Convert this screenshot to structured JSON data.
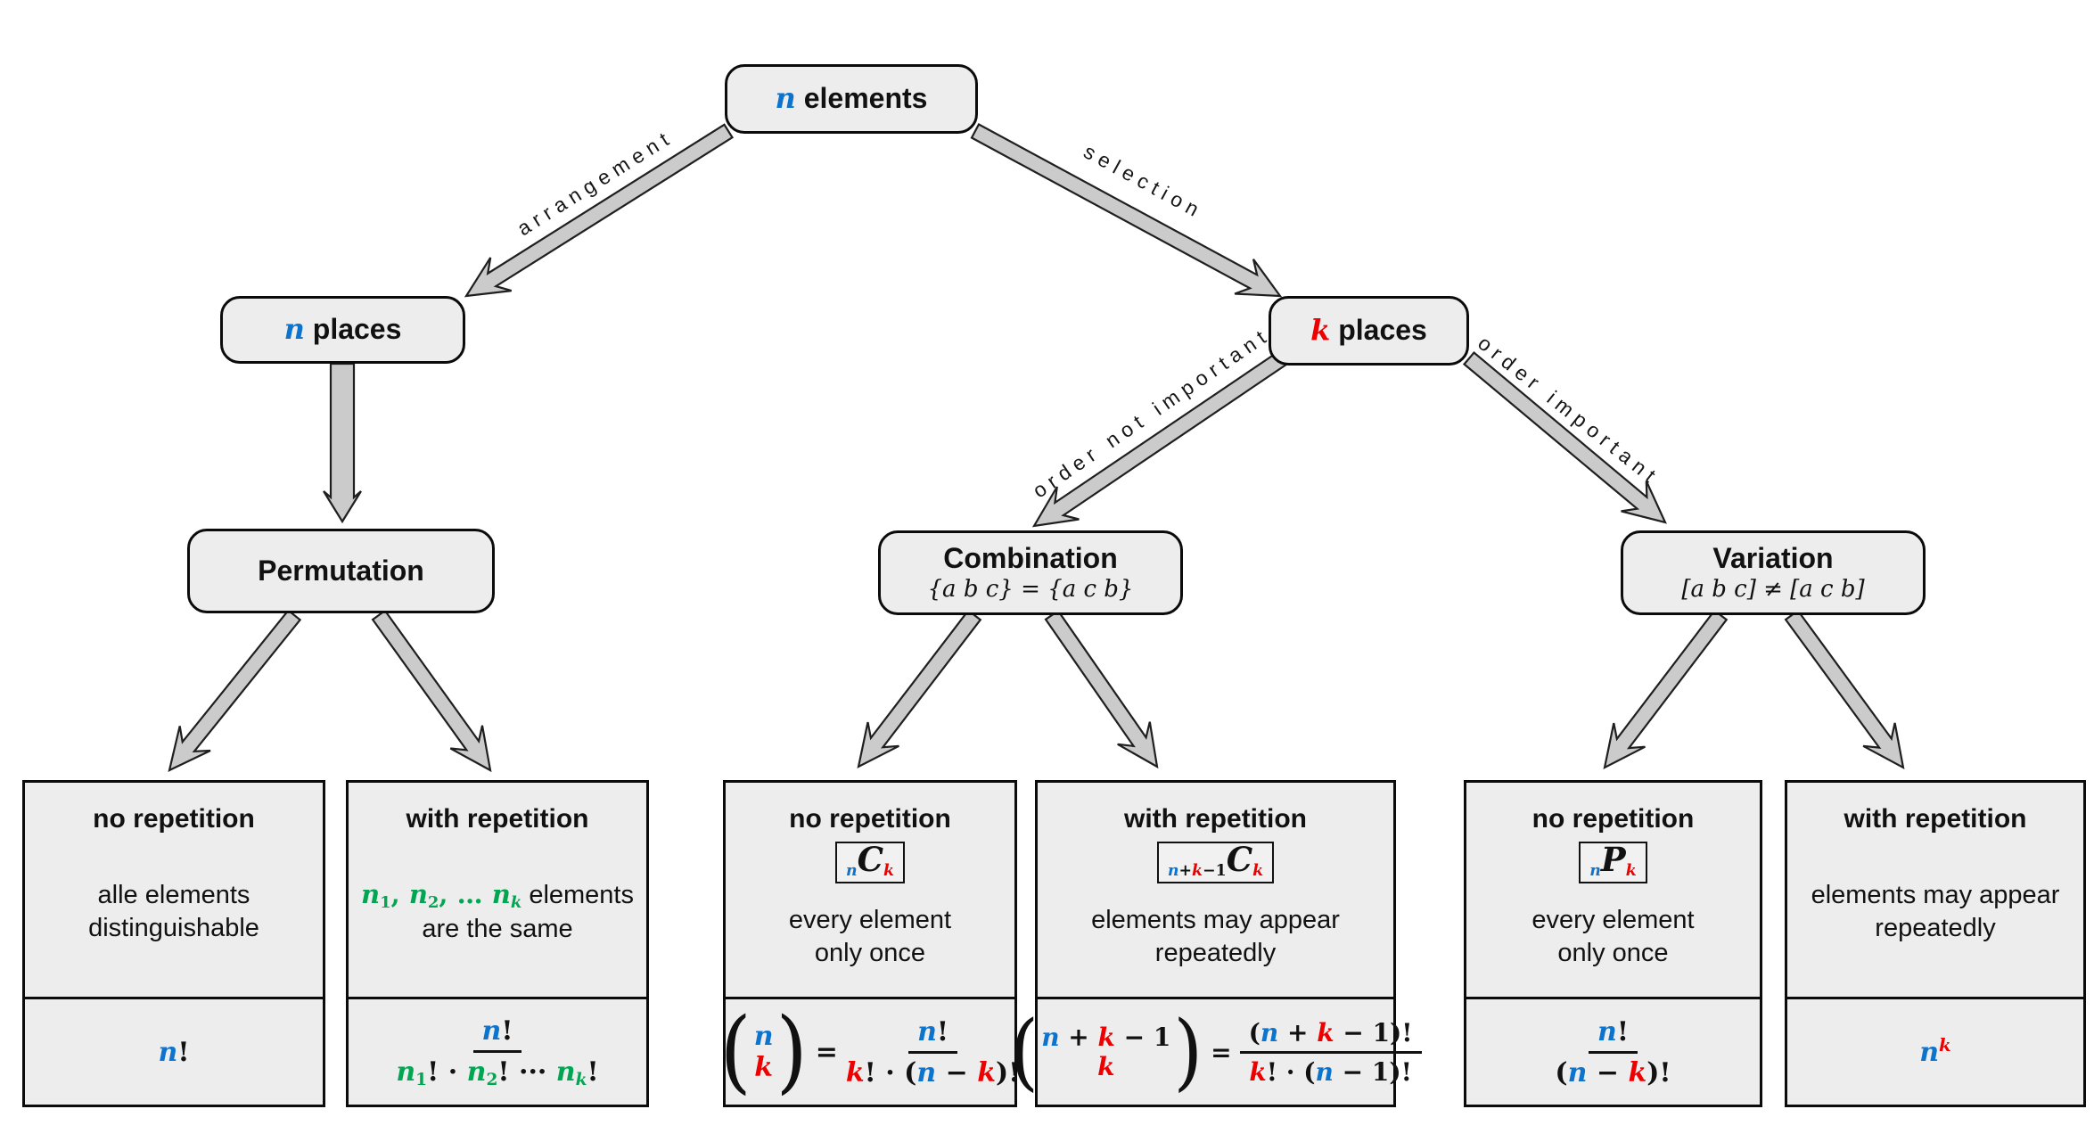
{
  "colors": {
    "blue": "#0d74ce",
    "red": "#ef0000",
    "green": "#00a651",
    "box_fill": "#ededed",
    "arrow_fill": "#cbcbcb"
  },
  "nodes": {
    "n_elements": {
      "parts": [
        {
          "t": "n",
          "c": "mf b it"
        },
        {
          "t": " elements"
        }
      ]
    },
    "n_places": {
      "parts": [
        {
          "t": "n",
          "c": "mf b it"
        },
        {
          "t": " places"
        }
      ]
    },
    "k_places": {
      "parts": [
        {
          "t": "k",
          "c": "mf r it"
        },
        {
          "t": " places"
        }
      ]
    },
    "permutation": {
      "title": "Permutation"
    },
    "combination": {
      "title": "Combination",
      "subtitle": "{a b c} = {a c b}"
    },
    "variation": {
      "title": "Variation",
      "subtitle": "[a b c] ≠ [a c b]"
    }
  },
  "edges": {
    "arrangement": "arrangement",
    "selection": "selection",
    "order_not_important": "order not important",
    "order_important": "order important"
  },
  "cards": [
    {
      "title": "no repetition",
      "desc1": [
        {
          "t": "alle elements"
        }
      ],
      "desc2": [
        {
          "t": "distinguishable"
        }
      ],
      "formula_plain": [
        {
          "t": "n",
          "c": "b it"
        },
        {
          "t": "!"
        }
      ]
    },
    {
      "title": "with repetition",
      "desc1": [
        {
          "t": "n",
          "c": "mf g it"
        },
        {
          "t": "1",
          "c": "mf g sb"
        },
        {
          "t": ", ",
          "c": "mf g"
        },
        {
          "t": "n",
          "c": "mf g it"
        },
        {
          "t": "2",
          "c": "mf g sb"
        },
        {
          "t": ", … ",
          "c": "mf g"
        },
        {
          "t": "n",
          "c": "mf g it"
        },
        {
          "t": "k",
          "c": "mf g it sb"
        },
        {
          "t": " elements"
        }
      ],
      "desc2": [
        {
          "t": "are the same"
        }
      ],
      "formula_num": [
        {
          "t": "n",
          "c": "b it"
        },
        {
          "t": "!"
        }
      ],
      "formula_den": [
        {
          "t": "n",
          "c": "g it"
        },
        {
          "t": "1",
          "c": "g sb"
        },
        {
          "t": "! · "
        },
        {
          "t": "n",
          "c": "g it"
        },
        {
          "t": "2",
          "c": "g sb"
        },
        {
          "t": "! ··· "
        },
        {
          "t": "n",
          "c": "g it"
        },
        {
          "t": "k",
          "c": "g it sb"
        },
        {
          "t": "!"
        }
      ]
    },
    {
      "title": "no repetition",
      "badge": [
        {
          "t": "n",
          "c": "b it sb"
        },
        {
          "t": "C",
          "c": "it bigC"
        },
        {
          "t": "k",
          "c": "r it sb"
        }
      ],
      "desc1": [
        {
          "t": "every element"
        }
      ],
      "desc2": [
        {
          "t": "only once"
        }
      ],
      "binom_top": [
        {
          "t": "n",
          "c": "b it"
        }
      ],
      "binom_bot": [
        {
          "t": "k",
          "c": "r it"
        }
      ],
      "frac_num": [
        {
          "t": "n",
          "c": "b it"
        },
        {
          "t": "!"
        }
      ],
      "frac_den": [
        {
          "t": "k",
          "c": "r it"
        },
        {
          "t": "! · ("
        },
        {
          "t": "n",
          "c": "b it"
        },
        {
          "t": " − "
        },
        {
          "t": "k",
          "c": "r it"
        },
        {
          "t": ")!"
        }
      ]
    },
    {
      "title": "with repetition",
      "badge": [
        {
          "t": "n",
          "c": "b it sb"
        },
        {
          "t": "+",
          "c": "sb"
        },
        {
          "t": "k",
          "c": "r it sb"
        },
        {
          "t": "−",
          "c": "sb"
        },
        {
          "t": "1",
          "c": "sb"
        },
        {
          "t": "C",
          "c": "it bigC"
        },
        {
          "t": "k",
          "c": "r it sb"
        }
      ],
      "desc1": [
        {
          "t": "elements may appear"
        }
      ],
      "desc2": [
        {
          "t": "repeatedly"
        }
      ],
      "binom_top": [
        {
          "t": "n",
          "c": "b it"
        },
        {
          "t": " + "
        },
        {
          "t": "k",
          "c": "r it"
        },
        {
          "t": " − 1"
        }
      ],
      "binom_bot": [
        {
          "t": "k",
          "c": "r it"
        }
      ],
      "frac_num": [
        {
          "t": "("
        },
        {
          "t": "n",
          "c": "b it"
        },
        {
          "t": " + "
        },
        {
          "t": "k",
          "c": "r it"
        },
        {
          "t": " − 1)!"
        }
      ],
      "frac_den": [
        {
          "t": "k",
          "c": "r it"
        },
        {
          "t": "! · ("
        },
        {
          "t": "n",
          "c": "b it"
        },
        {
          "t": " − 1)!"
        }
      ]
    },
    {
      "title": "no repetition",
      "badge": [
        {
          "t": "n",
          "c": "b it sb"
        },
        {
          "t": "P",
          "c": "it bigC"
        },
        {
          "t": "k",
          "c": "r it sb"
        }
      ],
      "desc1": [
        {
          "t": "every element"
        }
      ],
      "desc2": [
        {
          "t": "only once"
        }
      ],
      "frac_num": [
        {
          "t": "n",
          "c": "b it"
        },
        {
          "t": "!"
        }
      ],
      "frac_den": [
        {
          "t": "("
        },
        {
          "t": "n",
          "c": "b it"
        },
        {
          "t": " − "
        },
        {
          "t": "k",
          "c": "r it"
        },
        {
          "t": ")!"
        }
      ]
    },
    {
      "title": "with repetition",
      "desc1": [
        {
          "t": "elements may appear"
        }
      ],
      "desc2": [
        {
          "t": "repeatedly"
        }
      ],
      "formula_plain": [
        {
          "t": "n",
          "c": "b it"
        },
        {
          "t": "k",
          "c": "r it sp"
        }
      ]
    }
  ]
}
